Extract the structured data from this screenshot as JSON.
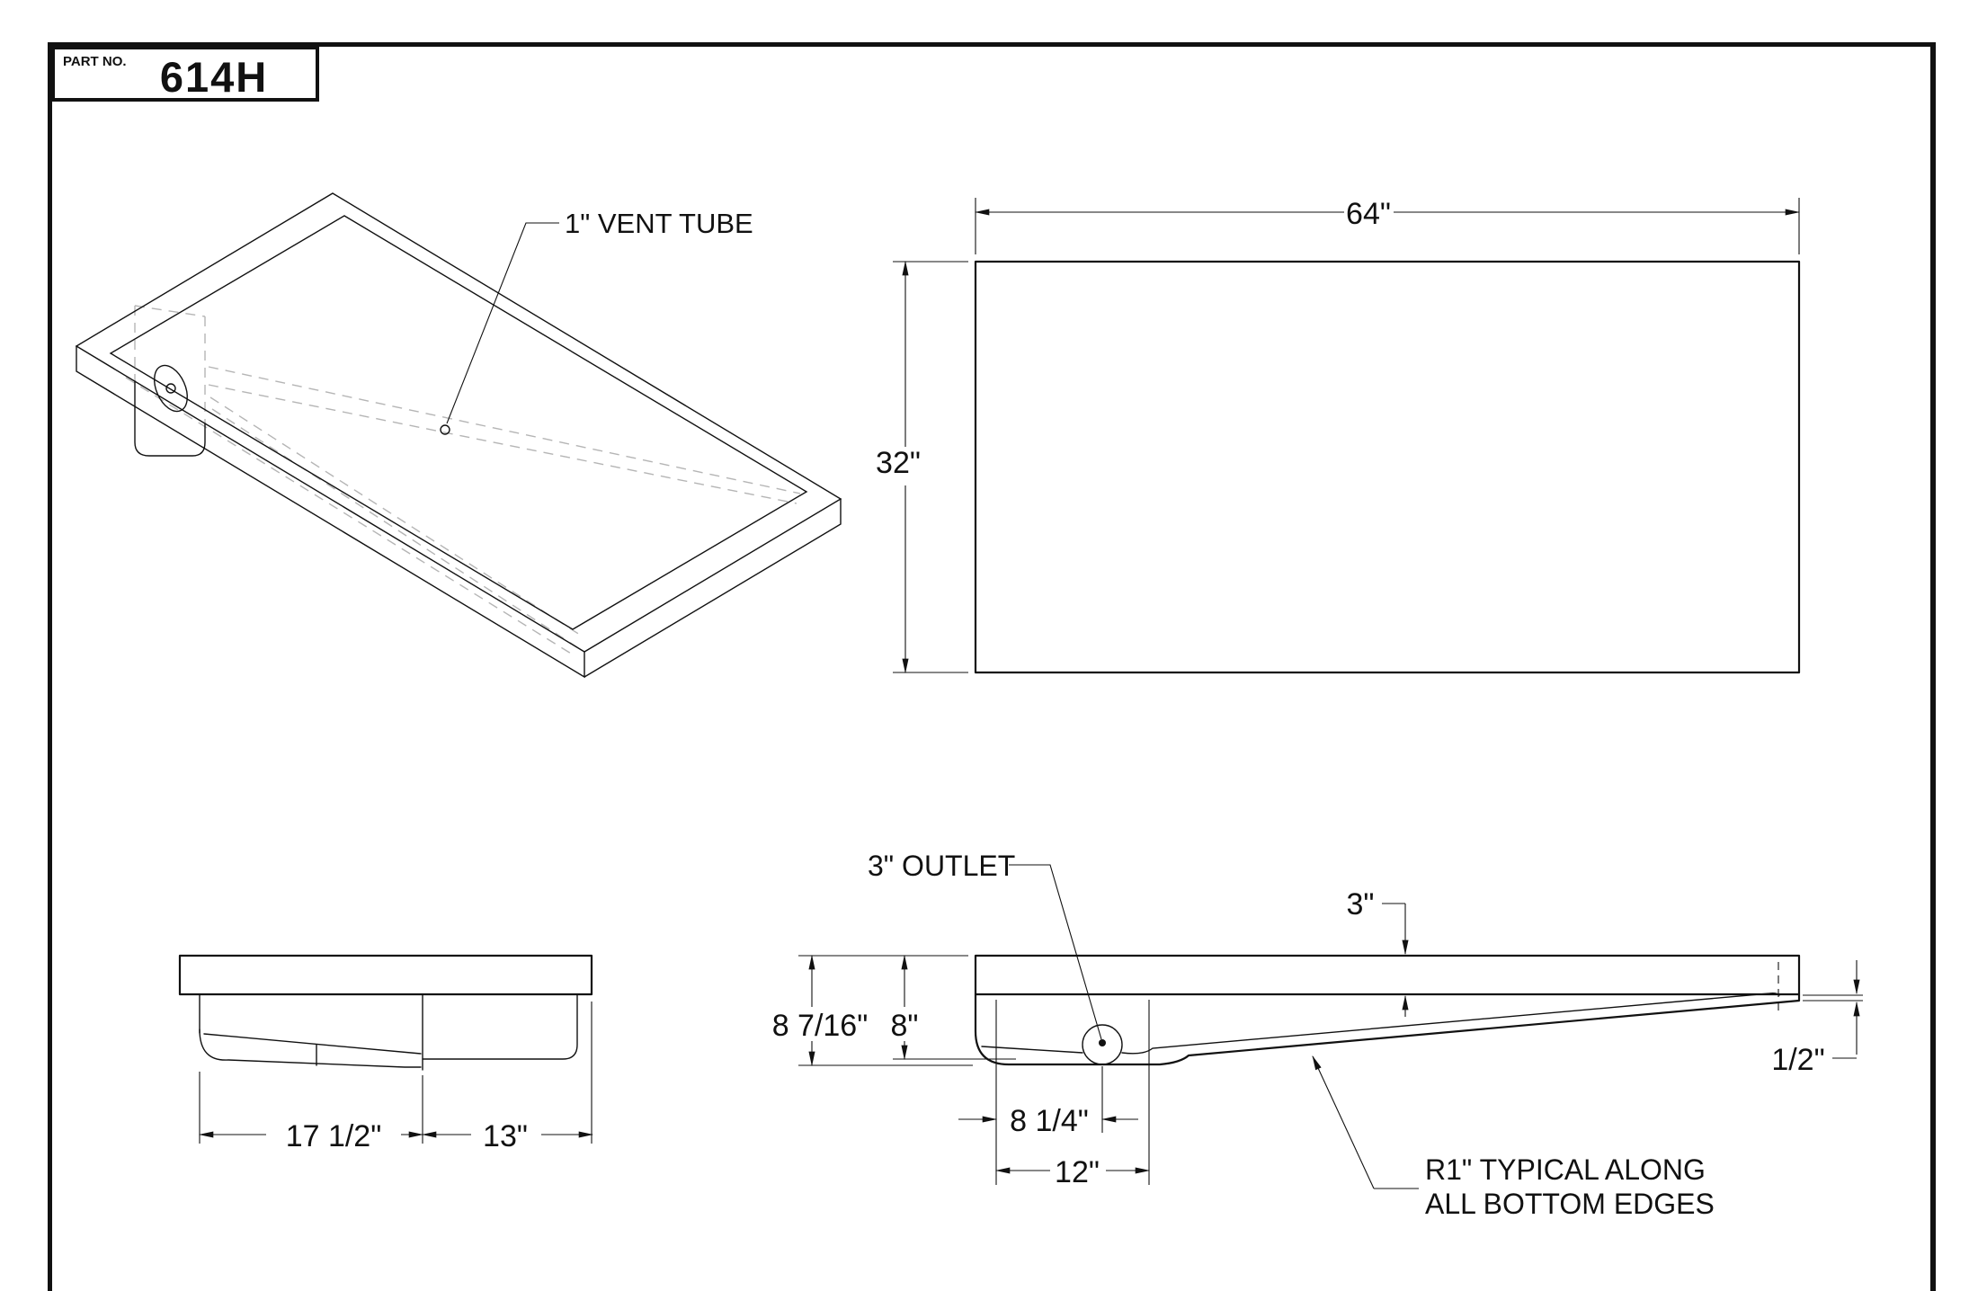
{
  "sheet": {
    "background": "#ffffff",
    "frame_color": "#000000"
  },
  "title_block": {
    "label": "PART NO.",
    "part_number": "614H"
  },
  "isometric_view": {
    "callout_vent": "1\" VENT TUBE"
  },
  "top_view": {
    "dim_width": "64\"",
    "dim_depth": "32\""
  },
  "end_view": {
    "dim_sump_width": "17 1/2\"",
    "dim_remainder": "13\""
  },
  "side_view": {
    "callout_outlet": "3\" OUTLET",
    "dim_depth_outer": "8 7/16\"",
    "dim_depth_inner": "8\"",
    "dim_outlet_offset": "8 1/4\"",
    "dim_sump_length": "12\"",
    "dim_flange_thickness": "3\"",
    "dim_edge_lip": "1/2\"",
    "note_line1": "R1\" TYPICAL ALONG",
    "note_line2": "ALL BOTTOM EDGES"
  },
  "colors": {
    "line": "#111111",
    "hidden_line": "#b5b5b5"
  }
}
